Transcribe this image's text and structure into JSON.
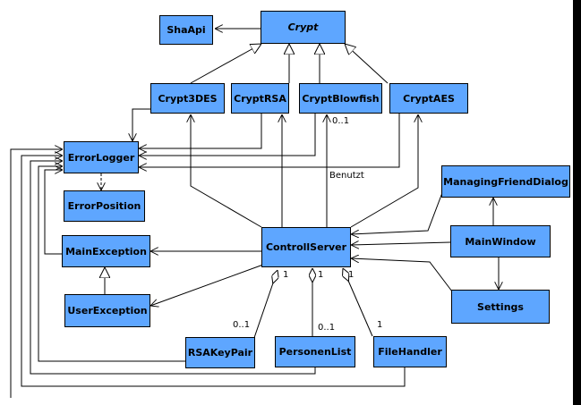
{
  "classes": {
    "crypt": "Crypt",
    "shaapi": "ShaApi",
    "crypt3des": "Crypt3DES",
    "cryptrsa": "CryptRSA",
    "cryptblowfish": "CryptBlowfish",
    "cryptaes": "CryptAES",
    "errorlogger": "ErrorLogger",
    "errorposition": "ErrorPosition",
    "mainexception": "MainException",
    "userexception": "UserException",
    "controllserver": "ControllServer",
    "managingfrienddialog": "ManagingFriendDialog",
    "mainwindow": "MainWindow",
    "settings": "Settings",
    "rsakeypair": "RSAKeyPair",
    "personenlist": "PersonenList",
    "filehandler": "FileHandler"
  },
  "labels": {
    "benutzt": "Benutzt",
    "blowfish_mult": "0..1",
    "rsa_mult_src": "1",
    "rsa_mult_dst": "0..1",
    "personen_mult_src": "1",
    "personen_mult_dst": "0..1",
    "file_mult_src": "1",
    "file_mult_dst": "1"
  },
  "colors": {
    "box_fill": "#5ea6ff",
    "line": "#000000",
    "background": "#ffffff"
  }
}
